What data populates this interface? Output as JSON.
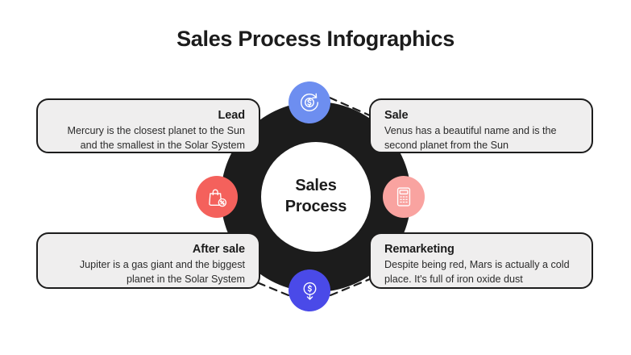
{
  "slide": {
    "title": "Sales Process Infographics",
    "background_color": "#ffffff"
  },
  "center": {
    "label_line1": "Sales",
    "label_line2": "Process",
    "ring_color": "#1c1c1c",
    "inner_color": "#ffffff"
  },
  "steps": [
    {
      "id": "lead",
      "position": "top-left",
      "title": "Lead",
      "body": "Mercury is the closest planet to the Sun and the smallest in the Solar System",
      "icon_name": "money-cycle-icon",
      "icon_color": "#6d8ef0",
      "align": "right"
    },
    {
      "id": "sale",
      "position": "top-right",
      "title": "Sale",
      "body": "Venus has a beautiful name and is the second planet from the Sun",
      "icon_name": "calculator-icon",
      "icon_color": "#f9a3a0",
      "align": "left"
    },
    {
      "id": "after-sale",
      "position": "bottom-left",
      "title": "After sale",
      "body": "Jupiter is a gas giant and the biggest planet in the Solar System",
      "icon_name": "shopping-bag-discount-icon",
      "icon_color": "#f4615c",
      "align": "right"
    },
    {
      "id": "remarketing",
      "position": "bottom-right",
      "title": "Remarketing",
      "body": "Despite being red, Mars is actually a cold place. It's full of iron oxide dust",
      "icon_name": "coin-down-arrow-icon",
      "icon_color": "#4a4ae8",
      "align": "left"
    }
  ],
  "style": {
    "card_fill": "#efeeee",
    "card_border": "#1c1c1c",
    "text_color": "#1c1c1c",
    "connector_style": "dashed"
  }
}
